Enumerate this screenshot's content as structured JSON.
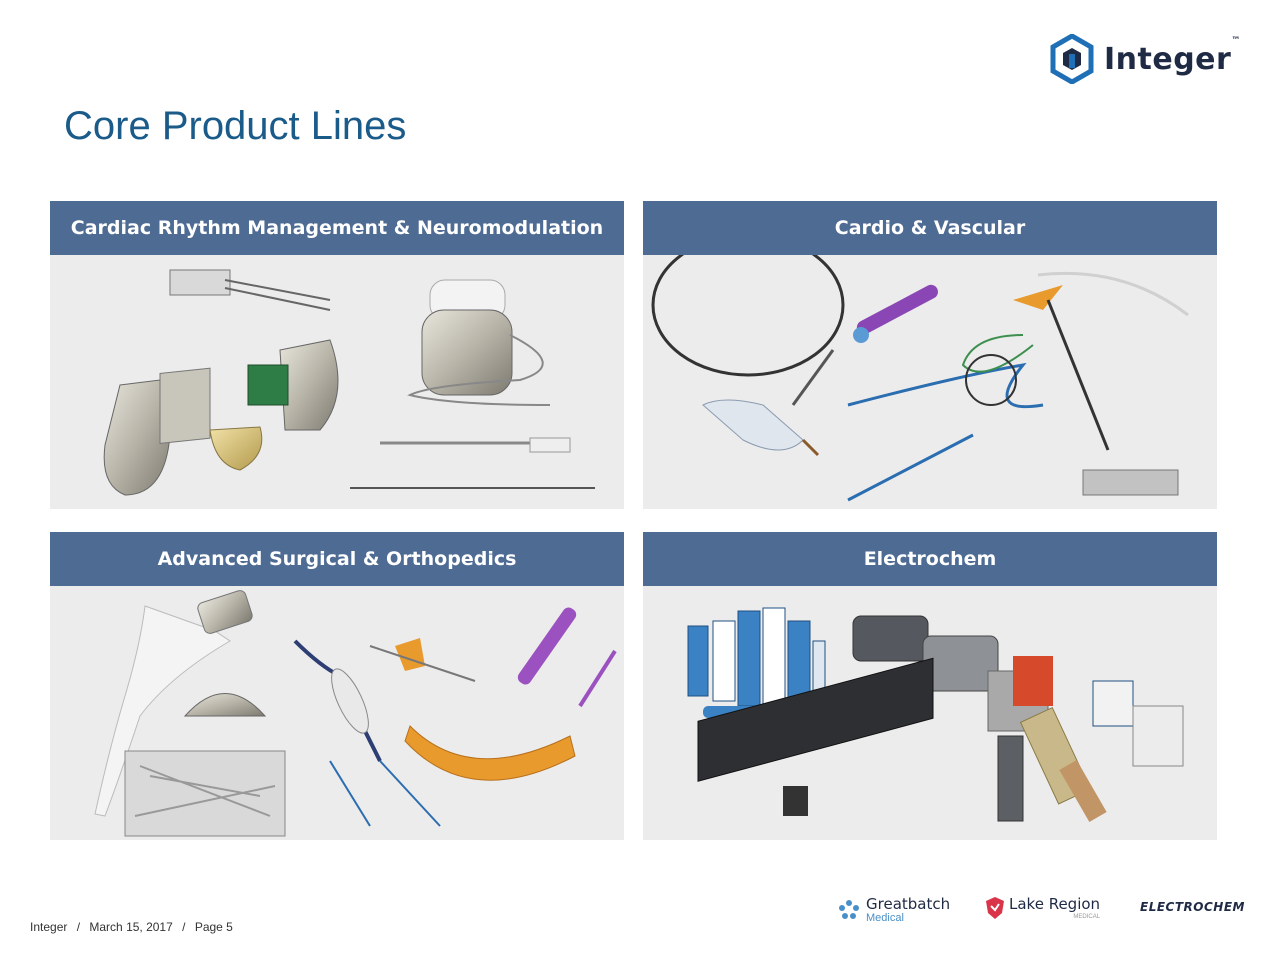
{
  "header": {
    "logo_text": "Integer",
    "logo_tm": "™",
    "title": "Core Product Lines"
  },
  "panels": [
    {
      "title": "Cardiac Rhythm Management & Neuromodulation"
    },
    {
      "title": "Cardio & Vascular"
    },
    {
      "title": "Advanced Surgical & Orthopedics"
    },
    {
      "title": "Electrochem"
    }
  ],
  "footer": {
    "company": "Integer",
    "sep": "/",
    "date": "March 15, 2017",
    "page": "Page 5"
  },
  "brands": {
    "greatbatch": "Greatbatch",
    "greatbatch_sub": "Medical",
    "lake_region": "Lake Region",
    "lake_region_sub": "MEDICAL",
    "electrochem": "ELECTROCHEM"
  },
  "colors": {
    "title": "#1a5b8a",
    "panel_header": "#4e6b93",
    "logo": "#1f6fb6"
  }
}
